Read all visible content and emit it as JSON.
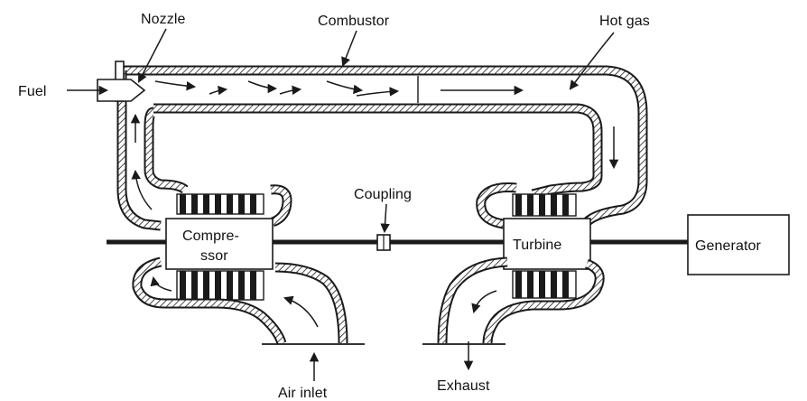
{
  "labels": {
    "nozzle": "Nozzle",
    "combustor": "Combustor",
    "hot_gas": "Hot gas",
    "fuel": "Fuel",
    "coupling": "Coupling",
    "compressor_line1": "Compre-",
    "compressor_line2": "ssor",
    "turbine": "Turbine",
    "generator": "Generator",
    "air_inlet": "Air inlet",
    "exhaust": "Exhaust"
  },
  "colors": {
    "ink": "#1a1a1a",
    "background": "#ffffff"
  }
}
